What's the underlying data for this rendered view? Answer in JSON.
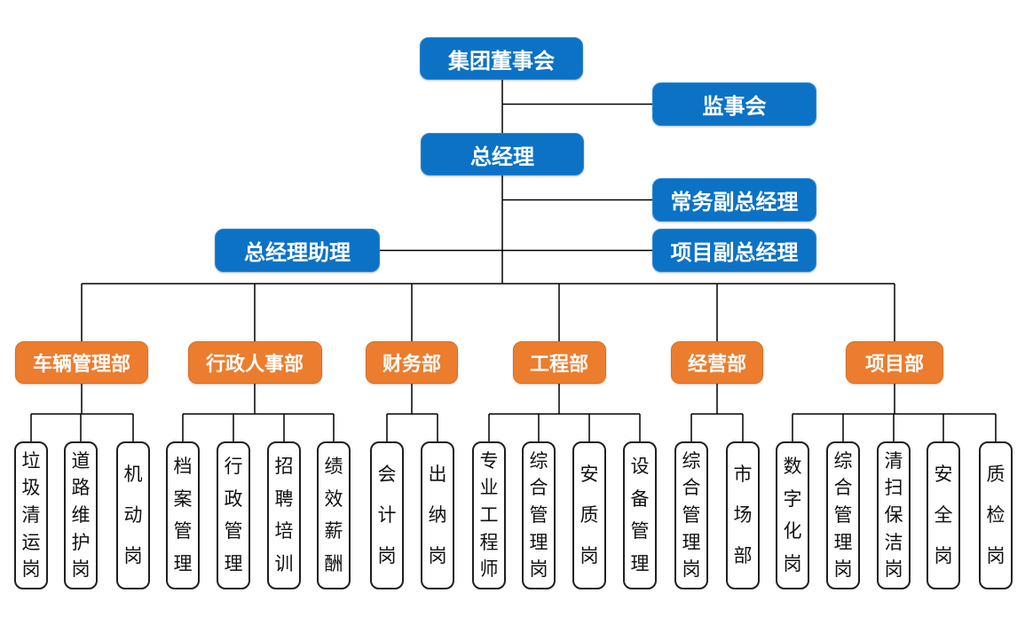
{
  "colors": {
    "node_blue": "#0b72c6",
    "node_orange": "#ec7d2e",
    "connector_line": "#000000",
    "leaf_border": "#1f1f1f",
    "node_text": "#ffffff",
    "leaf_text": "#111111"
  },
  "nodes": {
    "board": "集团董事会",
    "supervisory": "监事会",
    "general_manager": "总经理",
    "executive_deputy_gm": "常务副总经理",
    "gm_assistant": "总经理助理",
    "project_deputy_gm": "项目副总经理",
    "departments": [
      {
        "label": "车辆管理部",
        "children": [
          "垃圾清运岗",
          "道路维护岗",
          "机动岗"
        ]
      },
      {
        "label": "行政人事部",
        "children": [
          "档案管理",
          "行政管理",
          "招聘培训",
          "绩效薪酬"
        ]
      },
      {
        "label": "财务部",
        "children": [
          "会计岗",
          "出纳岗"
        ]
      },
      {
        "label": "工程部",
        "children": [
          "专业工程师",
          "综合管理岗",
          "安质岗",
          "设备管理"
        ]
      },
      {
        "label": "经营部",
        "children": [
          "综合管理岗",
          "市场部"
        ]
      },
      {
        "label": "项目部",
        "children": [
          "数字化岗",
          "综合管理岗",
          "清扫保洁岗",
          "安全岗",
          "质检岗"
        ]
      }
    ]
  }
}
